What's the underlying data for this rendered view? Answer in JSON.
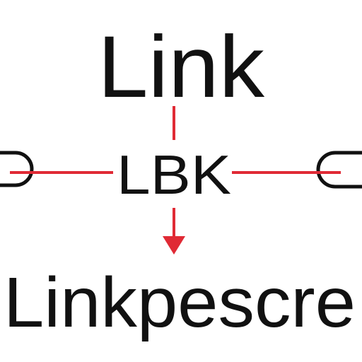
{
  "diagram": {
    "top_word": "Link",
    "center_word": "LBK",
    "bottom_word": "Linkpescre",
    "colors": {
      "text": "#111111",
      "connector": "#e02a35",
      "link_outline": "#111111",
      "background": "#ffffff"
    },
    "icons": {
      "left": "chain-link-icon",
      "right": "chain-link-icon",
      "down_arrow": "arrow-down-icon"
    }
  }
}
